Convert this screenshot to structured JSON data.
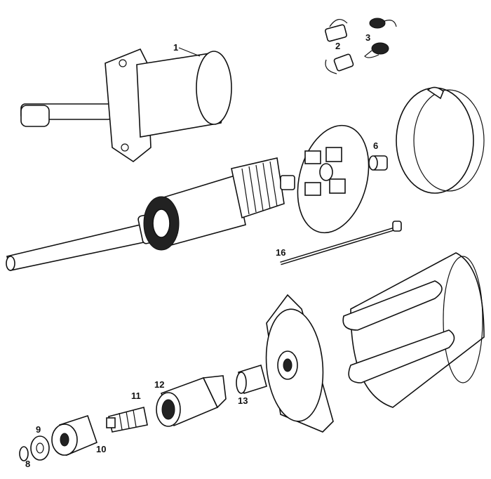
{
  "title": "Starter motor exploded view",
  "callouts": [
    {
      "id": "1",
      "label": "1"
    },
    {
      "id": "2",
      "label": "2"
    },
    {
      "id": "3",
      "label": "3"
    },
    {
      "id": "6",
      "label": "6"
    },
    {
      "id": "16",
      "label": "16"
    },
    {
      "id": "8",
      "label": "8"
    },
    {
      "id": "9",
      "label": "9"
    },
    {
      "id": "10",
      "label": "10"
    },
    {
      "id": "11",
      "label": "11"
    },
    {
      "id": "12",
      "label": "12"
    },
    {
      "id": "13",
      "label": "13"
    }
  ]
}
